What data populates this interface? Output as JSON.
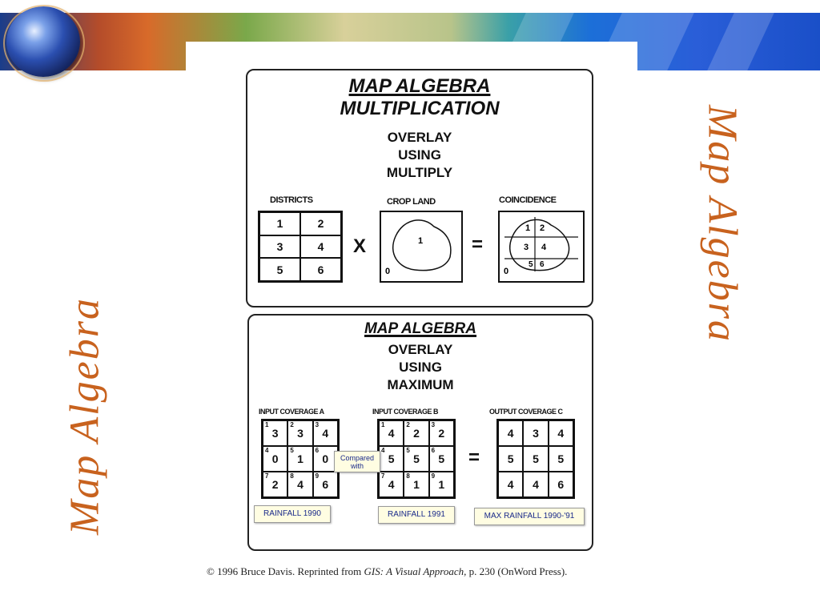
{
  "slide_title": "Map Algebra",
  "panel_multiply": {
    "title_line1": "MAP ALGEBRA",
    "title_line2": "MULTIPLICATION",
    "subtitle_line1": "OVERLAY",
    "subtitle_line2": "USING",
    "subtitle_line3": "MULTIPLY",
    "districts_label": "DISTRICTS",
    "districts_cells": [
      "1",
      "2",
      "3",
      "4",
      "5",
      "6"
    ],
    "times_symbol": "X",
    "crop_label": "CROP  LAND",
    "crop_inside": "1",
    "crop_outside": "0",
    "equals_symbol": "=",
    "coincidence_label": "COINCIDENCE",
    "coincidence_cells": [
      "1",
      "2",
      "3",
      "4",
      "5",
      "6"
    ],
    "coincidence_outside": "0"
  },
  "panel_maximum": {
    "title": "MAP ALGEBRA",
    "subtitle_line1": "OVERLAY",
    "subtitle_line2": "USING",
    "subtitle_line3": "MAXIMUM",
    "input_a_label": "INPUT COVERAGE  A",
    "input_a_values": [
      "3",
      "3",
      "4",
      "0",
      "1",
      "0",
      "2",
      "4",
      "6"
    ],
    "input_b_label": "INPUT COVERAGE  B",
    "input_b_values": [
      "4",
      "2",
      "2",
      "5",
      "5",
      "5",
      "4",
      "1",
      "1"
    ],
    "cell_ids": [
      "1",
      "2",
      "3",
      "4",
      "5",
      "6",
      "7",
      "8",
      "9"
    ],
    "equals_symbol": "=",
    "output_label": "OUTPUT COVERAGE  C",
    "output_values": [
      "4",
      "3",
      "4",
      "5",
      "5",
      "5",
      "4",
      "4",
      "6"
    ],
    "compared_with": "Compared with",
    "rainfall_a": "RAINFALL 1990",
    "rainfall_b": "RAINFALL 1991",
    "rainfall_max": "MAX RAINFALL 1990-'91"
  },
  "caption": {
    "prefix": "© 1996 Bruce Davis. Reprinted from ",
    "book": "GIS: A Visual Approach,",
    "suffix": " p. 230 (OnWord Press)."
  },
  "colors": {
    "title_orange": "#c8621e",
    "tag_text": "#1a2a8a",
    "tag_bg": "#fffde2"
  }
}
